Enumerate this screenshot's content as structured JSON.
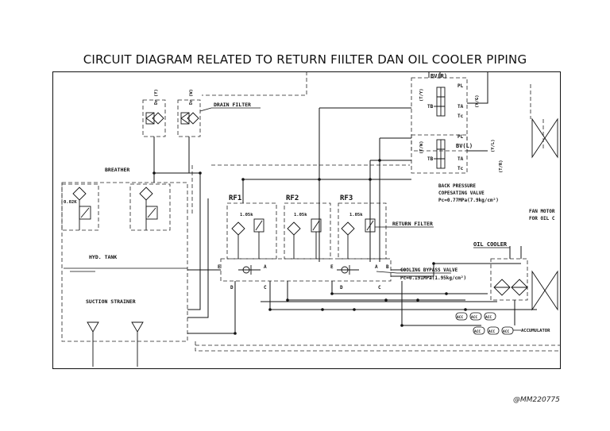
{
  "title": "CIRCUIT DIAGRAM RELATED TO RETURN FIILTER DAN OIL COOLER PIPING",
  "credit": "@MM220775",
  "labels": {
    "drain_filter": "DRAIN FILTER",
    "breather": "BREATHER",
    "breather_rating": "0.02K",
    "hyd_tank": "HYD. TANK",
    "suction_strainer": "SUCTION STRAINER",
    "rf1": "RF1",
    "rf2": "RF2",
    "rf3": "RF3",
    "rf_rating": "1.05k",
    "return_filter": "RETURN FILTER",
    "cooling_bypass_line1": "COOLING BYPASS VALVE",
    "cooling_bypass_line2": "Pc=0.191MPa(1.95kg/cm²)",
    "back_pressure_line1": "BACK PRESSURE",
    "back_pressure_line2": "COPESATING VALVE",
    "back_pressure_line3": "Pc=0.77MPa(7.9kg/cm²)",
    "oil_cooler": "OIL COOLER",
    "fan_motor_line1": "FAN MOTOR",
    "fan_motor_line2": "FOR OIL C",
    "bv_r": "BV(R)",
    "bv_l": "BV(L)",
    "accumulator": "ACCUMULATOR",
    "acc": "ACC",
    "port_pl": "PL",
    "port_ta": "TA",
    "port_tc": "Tc",
    "port_tb": "TB",
    "port_e": "E",
    "port_a": "A",
    "port_b": "B",
    "port_c": "C",
    "port_d": "D",
    "pipe_dr_y": "Dr (Y)",
    "pipe_dr_w": "Dr (W)",
    "pipe_t_y": "(T/Y)",
    "pipe_t_w": "(T/W)",
    "pipe_t_r": "(T/R)",
    "pipe_y_g": "(Y/G)",
    "pipe_y_l": "(Y/L)"
  }
}
